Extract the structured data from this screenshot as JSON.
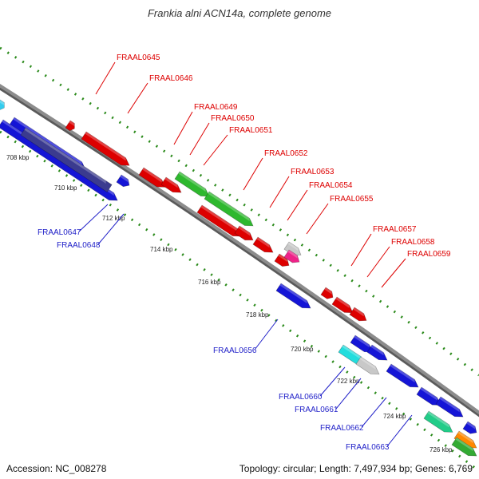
{
  "title": "Frankia alni ACN14a, complete genome",
  "footer": {
    "accession": "Accession: NC_008278",
    "summary": "Topology: circular; Length: 7,497,934 bp; Genes: 6,769"
  },
  "colors": {
    "backbone": "#8c8c8c",
    "forward_label": "#dd0000",
    "reverse_label": "#1f1fc8",
    "guide_dots": "#2a8a1a"
  },
  "ticks": [
    "708 kbp",
    "710 kbp",
    "712 kbp",
    "714 kbp",
    "716 kbp",
    "718 kbp",
    "720 kbp",
    "722 kbp",
    "724 kbp",
    "726 kbp"
  ],
  "forward_labels": [
    "FRAAL0645",
    "FRAAL0646",
    "FRAAL0649",
    "FRAAL0650",
    "FRAAL0651",
    "FRAAL0652",
    "FRAAL0653",
    "FRAAL0654",
    "FRAAL0655",
    "FRAAL0657",
    "FRAAL0658",
    "FRAAL0659"
  ],
  "reverse_labels": [
    "FRAAL0647",
    "FRAAL0648",
    "FRAAL0656",
    "FRAAL0660",
    "FRAAL0661",
    "FRAAL0662",
    "FRAAL0663"
  ]
}
